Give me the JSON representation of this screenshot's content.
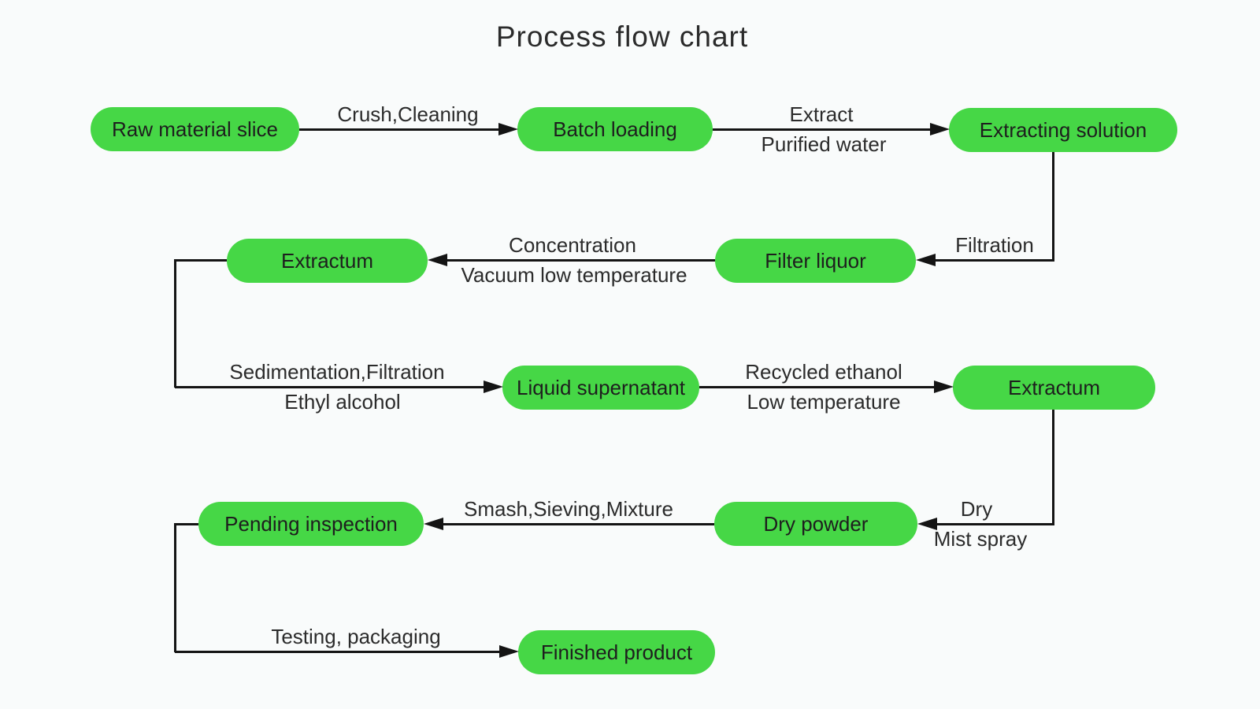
{
  "title": "Process flow chart",
  "colors": {
    "node_fill": "#46d746",
    "line": "#141414",
    "background": "#f9fbfb",
    "text": "#2b2b2b"
  },
  "nodes": [
    {
      "label": "Raw material slice"
    },
    {
      "label": "Batch loading"
    },
    {
      "label": "Extracting solution"
    },
    {
      "label": "Extractum"
    },
    {
      "label": "Filter liquor"
    },
    {
      "label": "Liquid supernatant"
    },
    {
      "label": "Extractum"
    },
    {
      "label": "Pending inspection"
    },
    {
      "label": "Dry powder"
    },
    {
      "label": "Finished product"
    }
  ],
  "edges": [
    {
      "from": "Raw material slice",
      "to": "Batch loading",
      "labels": [
        "Crush,Cleaning"
      ]
    },
    {
      "from": "Batch loading",
      "to": "Extracting solution",
      "labels": [
        "Extract",
        "Purified water"
      ]
    },
    {
      "from": "Extracting solution",
      "to": "Filter liquor",
      "labels": [
        "Filtration"
      ]
    },
    {
      "from": "Filter liquor",
      "to": "Extractum",
      "labels": [
        "Concentration",
        "Vacuum low temperature"
      ]
    },
    {
      "from": "Extractum",
      "to": "Liquid supernatant",
      "labels": [
        "Sedimentation,Filtration",
        "Ethyl alcohol"
      ]
    },
    {
      "from": "Liquid supernatant",
      "to": "Extractum",
      "labels": [
        "Recycled ethanol",
        "Low temperature"
      ]
    },
    {
      "from": "Extractum",
      "to": "Dry powder",
      "labels": [
        "Dry",
        "Mist spray"
      ]
    },
    {
      "from": "Dry powder",
      "to": "Pending inspection",
      "labels": [
        "Smash,Sieving,Mixture"
      ]
    },
    {
      "from": "Pending inspection",
      "to": "Finished product",
      "labels": [
        "Testing, packaging"
      ]
    }
  ]
}
